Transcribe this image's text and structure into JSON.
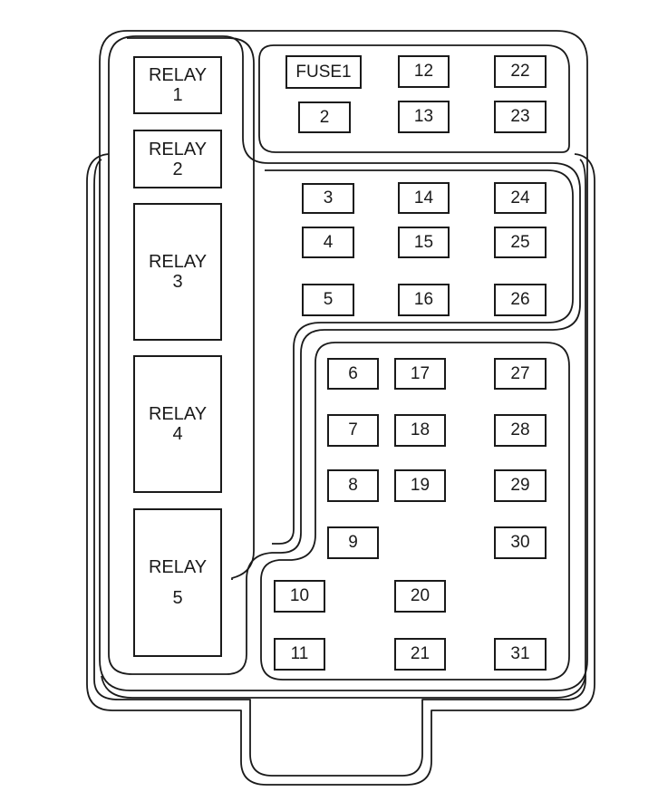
{
  "relays": [
    {
      "line1": "RELAY",
      "line2": "1"
    },
    {
      "line1": "RELAY",
      "line2": "2"
    },
    {
      "line1": "RELAY",
      "line2": "3"
    },
    {
      "line1": "RELAY",
      "line2": "4"
    },
    {
      "line1": "RELAY",
      "line2": "5"
    }
  ],
  "fuses": [
    "FUSE1",
    "2",
    "3",
    "4",
    "5",
    "6",
    "7",
    "8",
    "9",
    "10",
    "11",
    "12",
    "13",
    "14",
    "15",
    "16",
    "17",
    "18",
    "19",
    "20",
    "21",
    "22",
    "23",
    "24",
    "25",
    "26",
    "27",
    "28",
    "29",
    "30",
    "31"
  ]
}
